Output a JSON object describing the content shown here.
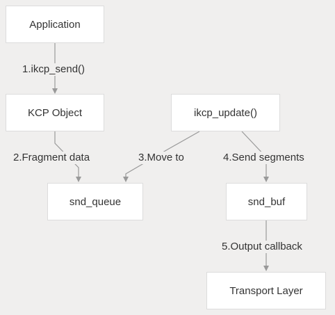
{
  "nodes": {
    "application": "Application",
    "kcp_object": "KCP Object",
    "ikcp_update": "ikcp_update()",
    "snd_queue": "snd_queue",
    "snd_buf": "snd_buf",
    "transport_layer": "Transport Layer"
  },
  "edges": {
    "e1": "1.ikcp_send()",
    "e2": "2.Fragment data",
    "e3": "3.Move to",
    "e4": "4.Send segments",
    "e5": "5.Output callback"
  },
  "colors": {
    "background": "#f0efee",
    "node_fill": "#ffffff",
    "node_border": "#dcdcdc",
    "edge": "#999999",
    "text": "#333333"
  }
}
